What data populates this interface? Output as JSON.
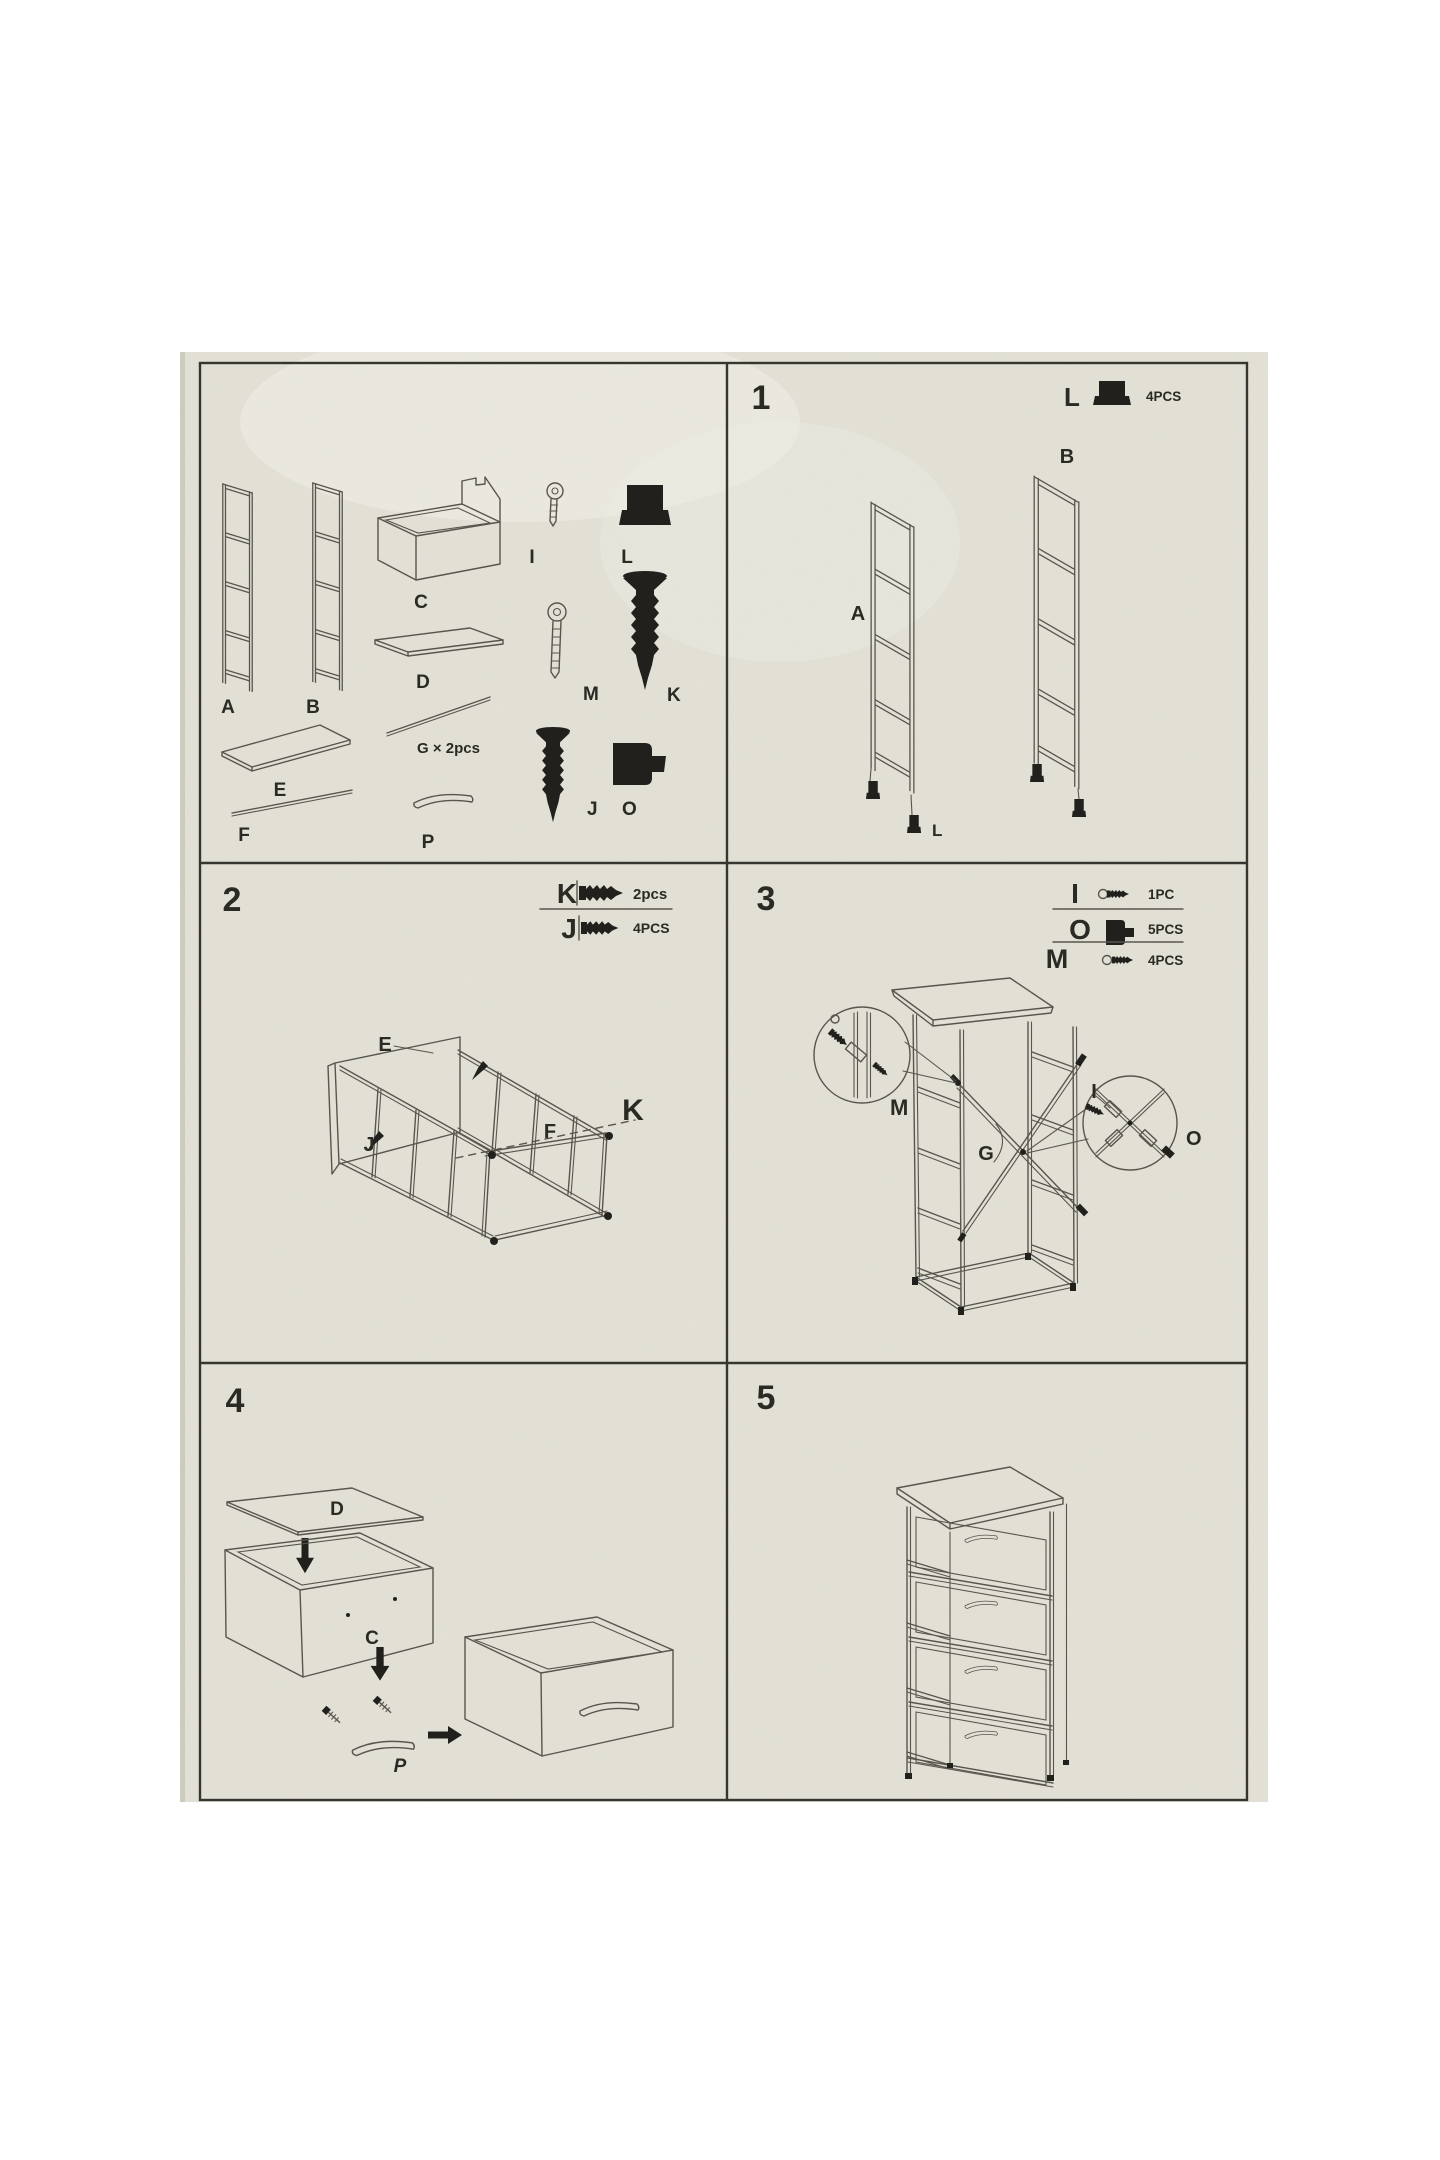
{
  "parts": {
    "frame_a": "A",
    "frame_b": "B",
    "box_c": "C",
    "panel_d": "D",
    "rod_g": "G × 2pcs",
    "panel_e": "E",
    "rod_f": "F",
    "handle_p": "P",
    "screw_i": "I",
    "screw_m": "M",
    "foot_l": "L",
    "screw_k": "K",
    "screw_j": "J",
    "plug_o": "O"
  },
  "step1": {
    "number": "1",
    "legend": {
      "label": "L",
      "qty": "4PCS"
    },
    "labels": {
      "a": "A",
      "b": "B",
      "l": "L"
    }
  },
  "step2": {
    "number": "2",
    "legend": [
      {
        "label": "K",
        "qty": "2pcs"
      },
      {
        "label": "J",
        "qty": "4PCS"
      }
    ],
    "labels": {
      "e": "E",
      "j": "J",
      "f": "F",
      "k": "K"
    }
  },
  "step3": {
    "number": "3",
    "legend": [
      {
        "label": "I",
        "qty": "1PC"
      },
      {
        "label": "O",
        "qty": "5PCS"
      },
      {
        "label": "M",
        "qty": "4PCS"
      }
    ],
    "labels": {
      "m": "M",
      "i": "I",
      "o": "O",
      "g": "G"
    }
  },
  "step4": {
    "number": "4",
    "labels": {
      "d": "D",
      "c": "C",
      "p": "P"
    }
  },
  "step5": {
    "number": "5"
  }
}
